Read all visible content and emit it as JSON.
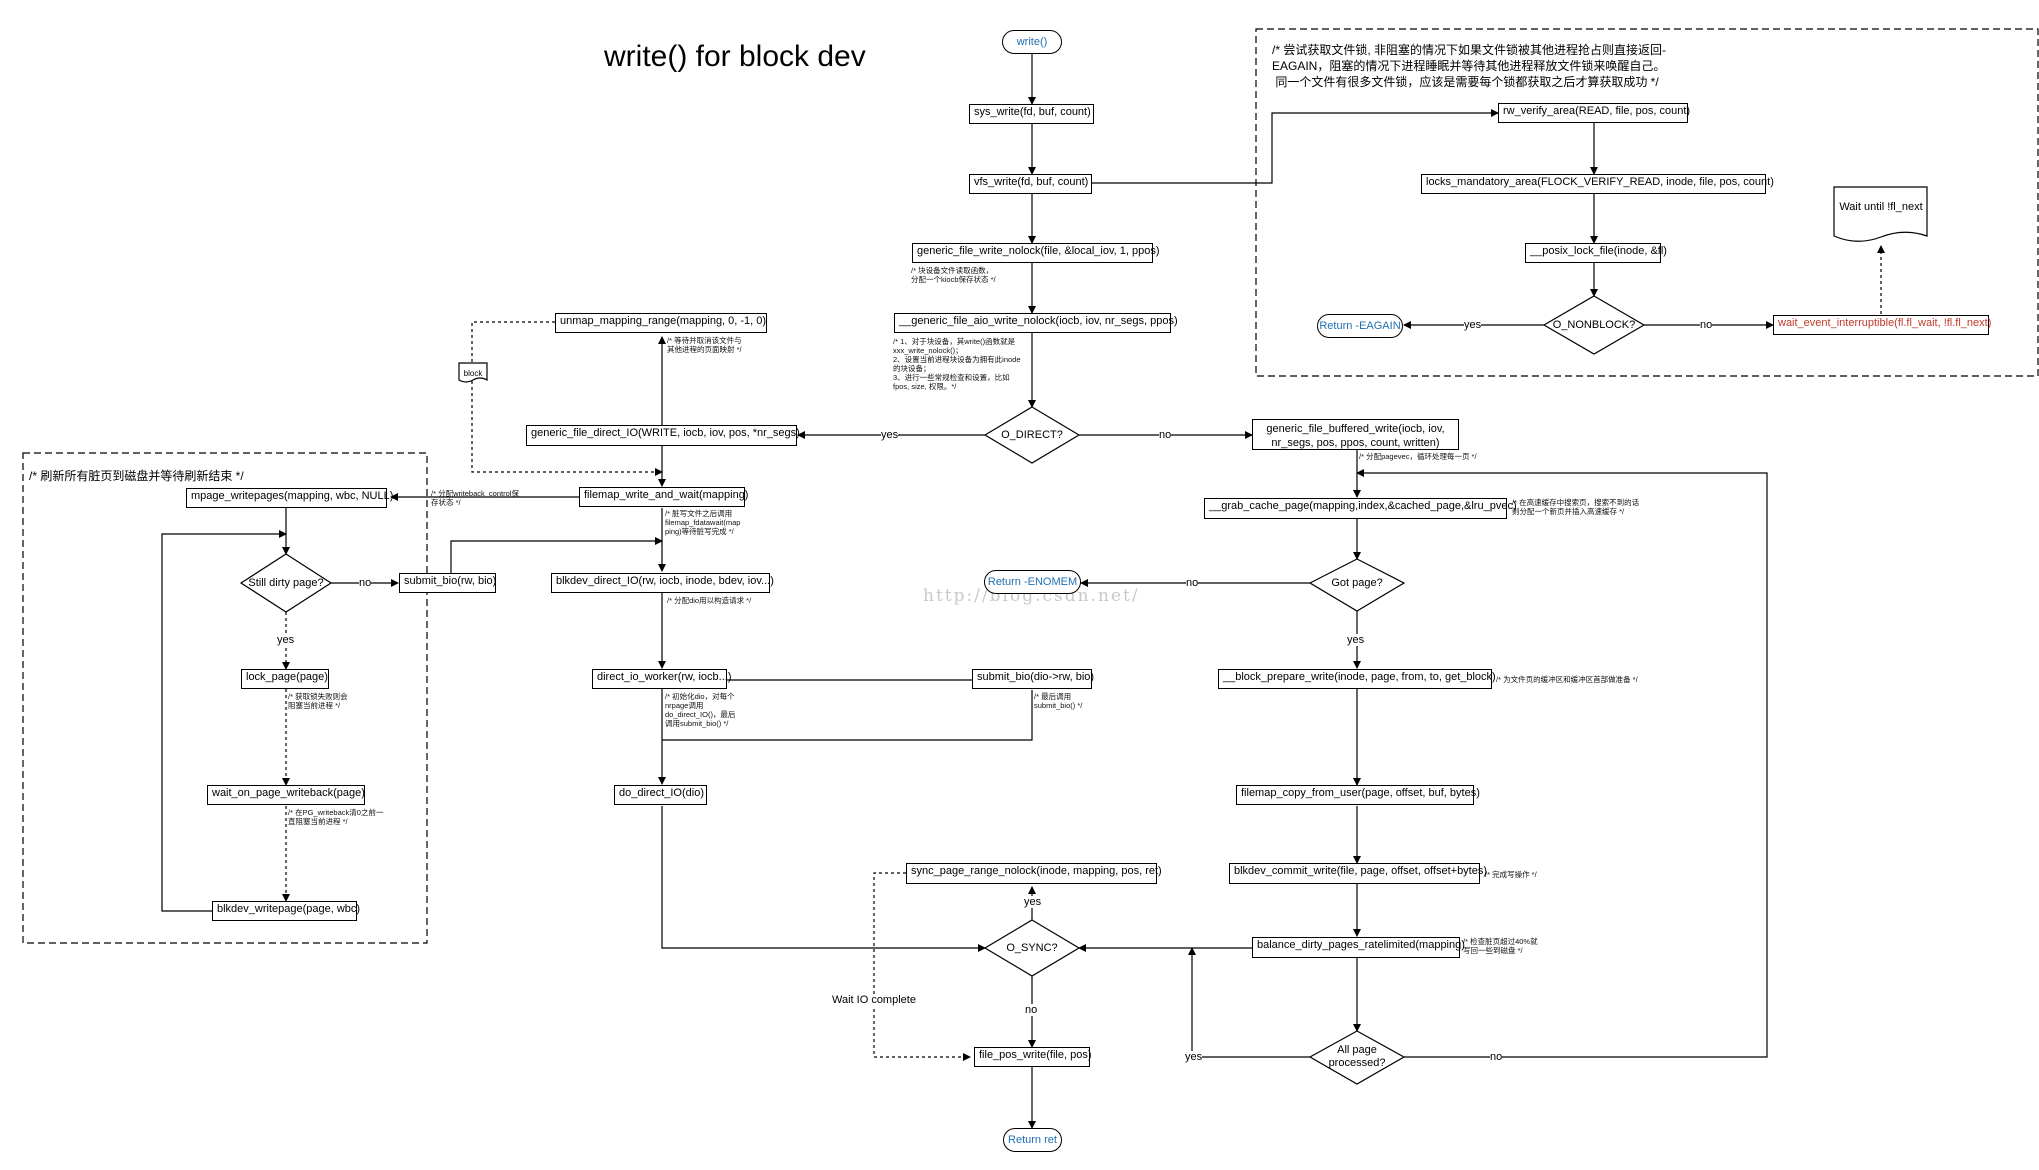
{
  "title": "write() for block dev",
  "watermark": "http://blog.csdn.net/",
  "nodes": {
    "write_start": "write()",
    "sys_write": "sys_write(fd, buf, count)",
    "vfs_write": "vfs_write(fd, buf, count)",
    "generic_file_write_nolock": "generic_file_write_nolock(file, &local_iov, 1, ppos)",
    "generic_file_aio_write_nolock": "__generic_file_aio_write_nolock(iocb, iov, nr_segs, ppos)",
    "o_direct": "O_DIRECT?",
    "generic_file_direct_io": "generic_file_direct_IO(WRITE, iocb, iov, pos, *nr_segs)",
    "unmap_mapping_range": "unmap_mapping_range(mapping, 0, -1, 0)",
    "block_doc": "block",
    "filemap_write_and_wait": "filemap_write_and_wait(mapping)",
    "mpage_writepages": "mpage_writepages(mapping, wbc, NULL)",
    "still_dirty": "Still dirty page?",
    "submit_bio_rw": "submit_bio(rw, bio)",
    "lock_page": "lock_page(page)",
    "wait_on_page_writeback": "wait_on_page_writeback(page)",
    "blkdev_writepage": "blkdev_writepage(page, wbc)",
    "blkdev_direct_io": "blkdev_direct_IO(rw, iocb, inode, bdev, iov...)",
    "direct_io_worker": "direct_io_worker(rw, iocb...)",
    "submit_bio_dio": "submit_bio(dio->rw, bio)",
    "do_direct_io": "do_direct_IO(dio)",
    "generic_file_buffered_write": "generic_file_buffered_write(iocb, iov, nr_segs, pos, ppos, count, written)",
    "grab_cache_page": "__grab_cache_page(mapping,index,&cached_page,&lru_pvec)",
    "got_page": "Got page?",
    "return_enomem": "Return -ENOMEM",
    "block_prepare_write": "__block_prepare_write(inode, page, from, to, get_block)",
    "filemap_copy_from_user": "filemap_copy_from_user(page, offset, buf, bytes)",
    "blkdev_commit_write": "blkdev_commit_write(file, page, offset, offset+bytes)",
    "balance_dirty_pages": "balance_dirty_pages_ratelimited(mapping)",
    "all_page_processed": "All page processed?",
    "o_sync": "O_SYNC?",
    "sync_page_range_nolock": "sync_page_range_nolock(inode, mapping, pos, ret)",
    "file_pos_write": "file_pos_write(file, pos)",
    "return_ret": "Return ret",
    "rw_verify_area": "rw_verify_area(READ, file, pos, count)",
    "locks_mandatory_area": "locks_mandatory_area(FLOCK_VERIFY_READ, inode, file, pos, count)",
    "posix_lock_file": "__posix_lock_file(inode, &fl)",
    "o_nonblock": "O_NONBLOCK?",
    "return_eagain": "Return -EAGAIN",
    "wait_event_interruptible": "wait_event_interruptible(fl.fl_wait, !fl.fl_next)",
    "wait_until_doc": "Wait until !fl_next"
  },
  "edge_labels": {
    "yes": "yes",
    "no": "no",
    "wait_io_complete": "Wait IO complete"
  },
  "notes": {
    "lock_group": "/* 尝试获取文件锁, 非阻塞的情况下如果文件锁被其他进程抢占则直接返回-\nEAGAIN，阻塞的情况下进程睡眠并等待其他进程释放文件锁来唤醒自己。\n 同一个文件有很多文件锁，应该是需要每个锁都获取之后才算获取成功 */",
    "flush_group": "/* 刷新所有脏页到磁盘并等待刷新结束 */",
    "generic_file_write_nolock": "/* 块设备文件读取函数，\n分配一个kiocb保存状态 */",
    "generic_file_aio_write_nolock": "/* 1、对于块设备，其write()函数就是\nxxx_write_nolock()；\n2、设置当前进程块设备为拥有此inode\n的块设备；\n3、进行一些常规检查和设置，比如\nfpos, size, 权限。*/",
    "unmap_mapping_range": "/* 等待并取消该文件与\n其他进程的页面映射 */",
    "mpage_writepages": "/* 分配writeback_control保\n存状态 */",
    "filemap_write_and_wait": "/* 脏写文件之后调用\nfilemap_fdatawait(map\nping)等待脏写完成 */",
    "blkdev_direct_io": "/* 分配dio用以构造请求 */",
    "lock_page": "/* 获取锁失败则会\n阻塞当前进程 */",
    "wait_on_page_writeback": "/* 在PG_writeback清0之前一\n直阻塞当前进程 */",
    "direct_io_worker": "/* 初始化dio，对每个\nnrpage调用\ndo_direct_IO()，最后\n调用submit_bio() */",
    "submit_bio_dio": "/* 最后调用\nsubmit_bio() */",
    "generic_file_buffered_write": "/* 分配pagevec，循环处理每一页 */",
    "grab_cache_page": "/* 在高速缓存中搜索页，搜索不到的话\n则分配一个新页并插入高速缓存 */",
    "block_prepare_write": "/* 为文件页的缓冲区和缓冲区首部做准备 */",
    "blkdev_commit_write": "/* 完成写操作 */",
    "balance_dirty_pages": "/* 检查脏页超过40%就\n写回一些到磁盘 */"
  },
  "colors": {
    "blue_terminal_text": "#1f6fb2",
    "red_text": "#c0392b",
    "line": "#000000",
    "watermark": "#c9c9c9"
  }
}
